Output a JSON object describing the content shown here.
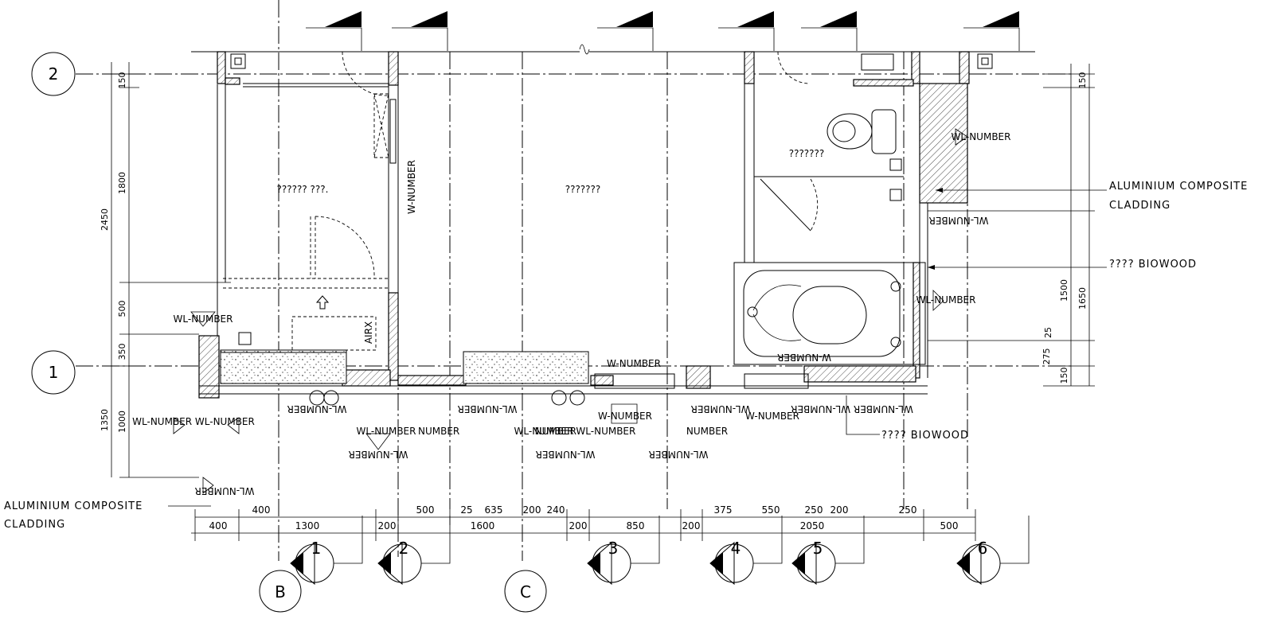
{
  "grid_rows": [
    "2",
    "1"
  ],
  "grid_cols": [
    "B",
    "C"
  ],
  "rooms": {
    "room_a": "?????? ???.",
    "room_b": "???????",
    "room_c": "???????"
  },
  "tags": {
    "airx": "AIRX",
    "w_number": "W-NUMBER",
    "wl_number": "WL-NUMBER",
    "wl_number_flipped": "WL-NUMBER",
    "w_number_number": "W-NUMBER",
    "wl_pair": "WL-NUMBER WL-NUMBER",
    "numberwl": "NUMBERWL-NUMBER",
    "number": "NUMBER"
  },
  "notes": {
    "cladding_right_1": "ALUMINIUM COMPOSITE",
    "cladding_right_2": "CLADDING",
    "biowood_1": "???? BIOWOOD",
    "biowood_2": "???? BIOWOOD",
    "cladding_left_1": "ALUMINIUM COMPOSITE",
    "cladding_left_2": "CLADDING"
  },
  "dims_left": [
    "150",
    "1800",
    "2450",
    "500",
    "350",
    "1350",
    "1000"
  ],
  "dims_right": [
    "150",
    "1500",
    "1650",
    "25",
    "275",
    "150"
  ],
  "dims_bottom_top": [
    "400",
    "500",
    "25",
    "635",
    "200",
    "240",
    "375",
    "550",
    "250",
    "200",
    "250"
  ],
  "dims_bottom": [
    "400",
    "1300",
    "200",
    "1600",
    "200",
    "850",
    "200",
    "2050",
    "500"
  ],
  "section_markers": [
    "1",
    "2",
    "3",
    "4",
    "5",
    "6"
  ]
}
